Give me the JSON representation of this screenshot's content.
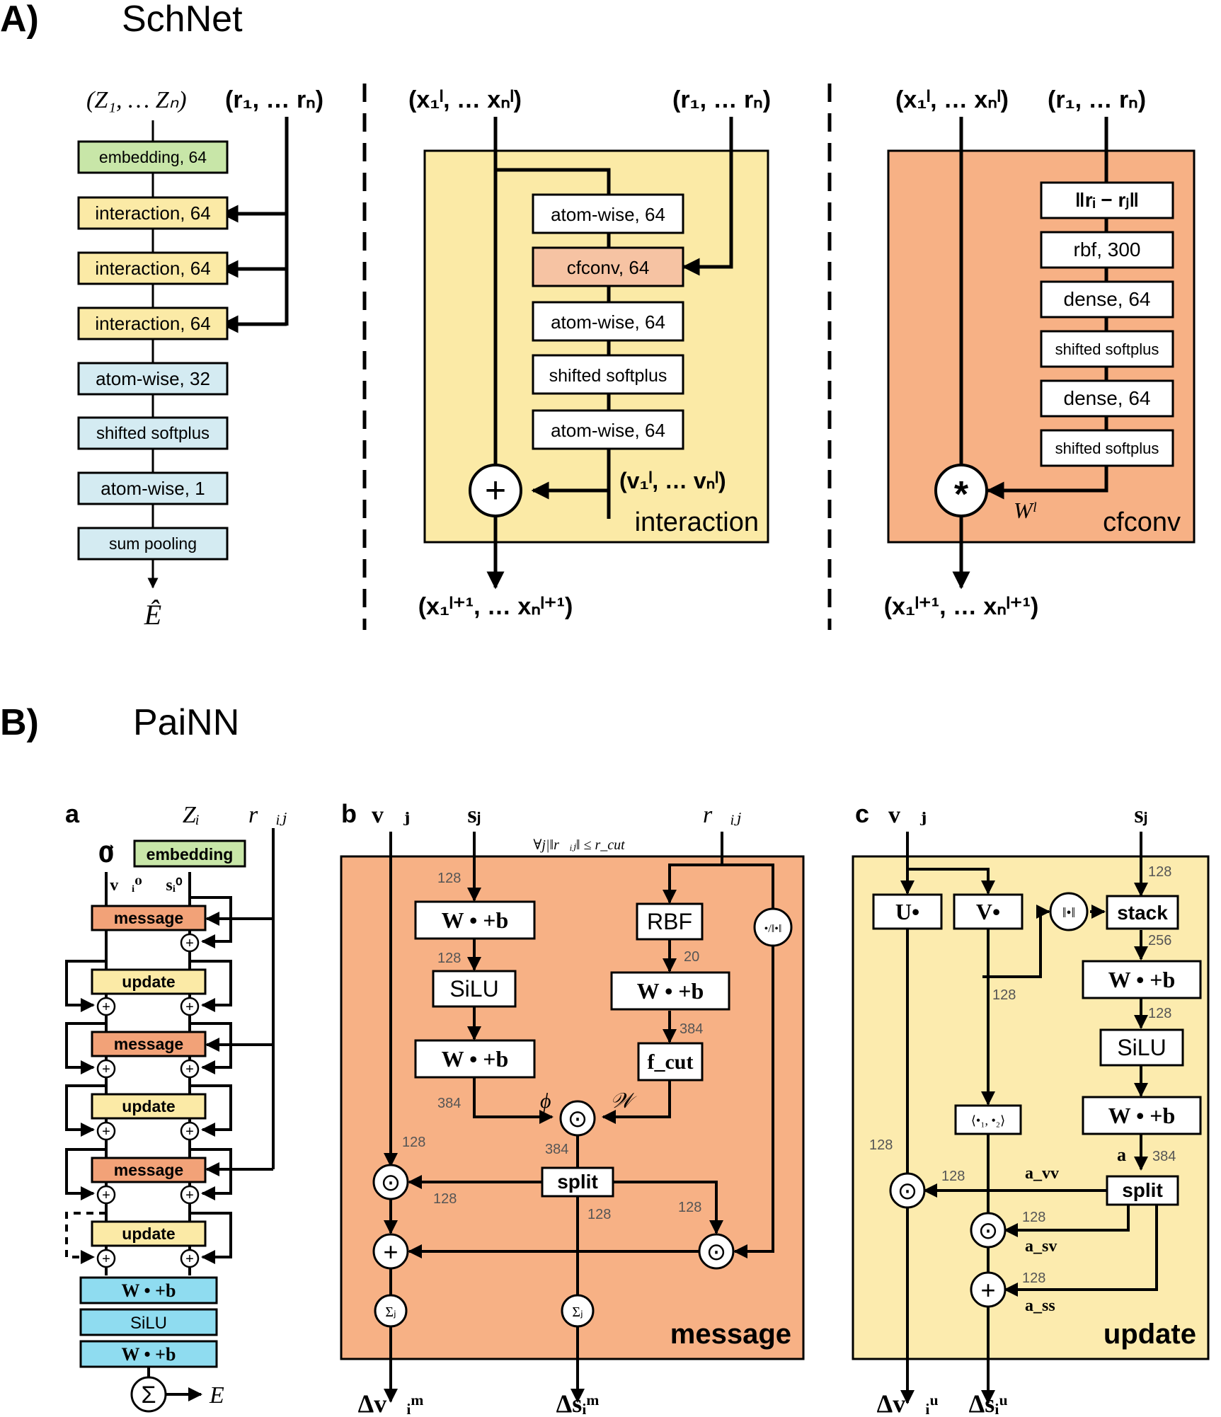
{
  "sectionA": {
    "letter": "A)",
    "title": "SchNet",
    "overview": {
      "in_Z": "(Z₁, … Zₙ)",
      "in_r": "(r₁, … rₙ)",
      "blocks": [
        "embedding, 64",
        "interaction, 64",
        "interaction, 64",
        "interaction, 64",
        "atom-wise, 32",
        "shifted softplus",
        "atom-wise, 1",
        "sum pooling"
      ],
      "output": "Ê"
    },
    "interaction": {
      "in_x": "(x₁ˡ, … xₙˡ)",
      "in_r": "(r₁, … rₙ)",
      "blocks": [
        "atom-wise, 64",
        "cfconv, 64",
        "atom-wise, 64",
        "shifted softplus",
        "atom-wise, 64"
      ],
      "v_label": "(v₁ˡ, … vₙˡ)",
      "plus": "+",
      "panel_label": "interaction",
      "out": "(x₁ˡ⁺¹, … xₙˡ⁺¹)"
    },
    "cfconv": {
      "in_x": "(x₁ˡ, … xₙˡ)",
      "in_r": "(r₁, … rₙ)",
      "blocks": [
        "‖rᵢ − rⱼ‖",
        "rbf, 300",
        "dense, 64",
        "shifted softplus",
        "dense, 64",
        "shifted softplus"
      ],
      "star": "*",
      "w_label": "Wˡ",
      "panel_label": "cfconv",
      "out": "(x₁ˡ⁺¹, … xₙˡ⁺¹)"
    }
  },
  "sectionB": {
    "letter": "B)",
    "title": "PaiNN",
    "a": {
      "label": "a",
      "Z": "Zᵢ",
      "r": "r⃗ᵢⱼ",
      "zero": "0⃗",
      "v0": "v⃗ᵢ⁰",
      "s0": "sᵢ⁰",
      "embedding": "embedding",
      "stack": [
        "message",
        "update",
        "message",
        "update",
        "message",
        "update"
      ],
      "head": [
        "W • +b",
        "SiLU",
        "W • +b"
      ],
      "plus": "+",
      "sum": "Σ",
      "E": "E"
    },
    "b": {
      "label": "b",
      "vj": "v⃗ⱼ",
      "sj": "sⱼ",
      "rij": "r⃗ᵢⱼ",
      "cond": "∀j|‖r⃗ᵢⱼ‖ ≤ r_cut",
      "W1": "W • +b",
      "silu": "SiLU",
      "W2": "W • +b",
      "rbf": "RBF",
      "W3": "W • +b",
      "fcut": "f_cut",
      "norm": "•/‖•‖",
      "phi": "ϕ",
      "Wcal": "𝒲",
      "split": "split",
      "dims": {
        "d1": "128",
        "d2": "128",
        "d3": "384",
        "d4": "20",
        "d5": "384",
        "d6": "384",
        "d7": "128",
        "d8": "128",
        "d9": "128",
        "d10": "128"
      },
      "had": "⊙",
      "plus": "+",
      "sumj": "Σⱼ",
      "panel_label": "message",
      "out_v": "Δv⃗ᵢᵐ",
      "out_s": "Δsᵢᵐ"
    },
    "c": {
      "label": "c",
      "vj": "v⃗ⱼ",
      "sj": "sⱼ",
      "U": "U•",
      "V": "V•",
      "norm": "‖•‖",
      "stack": "stack",
      "W1": "W • +b",
      "silu": "SiLU",
      "W2": "W • +b",
      "inner": "⟨•₁, •₂⟩",
      "split": "split",
      "a": "a",
      "avv": "a_vv",
      "asv": "a_sv",
      "ass": "a_ss",
      "dims": {
        "d1": "128",
        "d2": "256",
        "d3": "128",
        "d4": "128",
        "d5": "128",
        "d6": "384",
        "d7": "128",
        "d8": "128",
        "d9": "128"
      },
      "had": "⊙",
      "plus": "+",
      "panel_label": "update",
      "out_v": "Δv⃗ᵢᵘ",
      "out_s": "Δsᵢᵘ"
    }
  },
  "colors": {
    "green": "#c8e6a8",
    "yellow": "#fbeaa6",
    "lightblue": "#d4ebf2",
    "salmon": "#f6c3a3",
    "orange_panel": "#f7b185",
    "yellow_panel": "#fcebae",
    "cyan": "#8fdcf0",
    "message_box": "#f2a278"
  }
}
